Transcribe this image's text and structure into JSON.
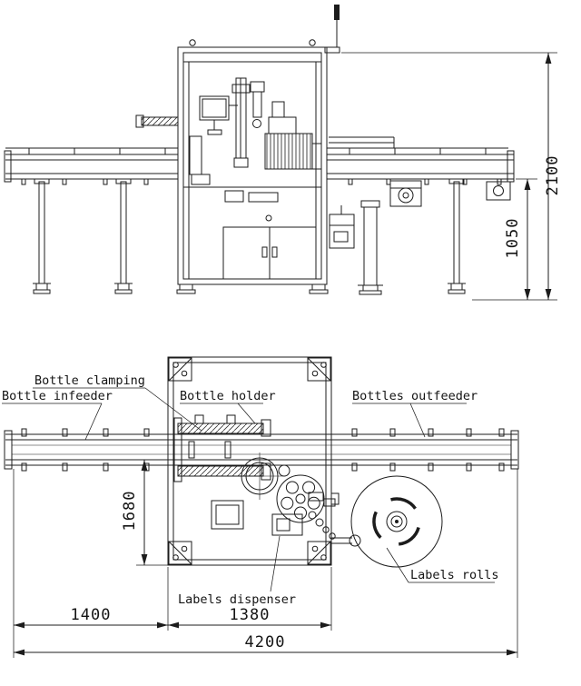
{
  "colors": {
    "line": "#1c1c1c",
    "background": "#ffffff"
  },
  "callouts": {
    "bottle_clamping": "Bottle clamping",
    "bottle_infeeder": "Bottle infeeder",
    "bottle_holder": "Bottle holder",
    "bottles_outfeeder": "Bottles outfeeder",
    "labels_rolls": "Labels rolls",
    "labels_dispenser": "Labels dispenser"
  },
  "dimensions": {
    "overall_height": "2100",
    "conveyor_height": "1050",
    "machine_depth": "1680",
    "infeed_length": "1400",
    "machine_width": "1380",
    "overall_length": "4200"
  }
}
